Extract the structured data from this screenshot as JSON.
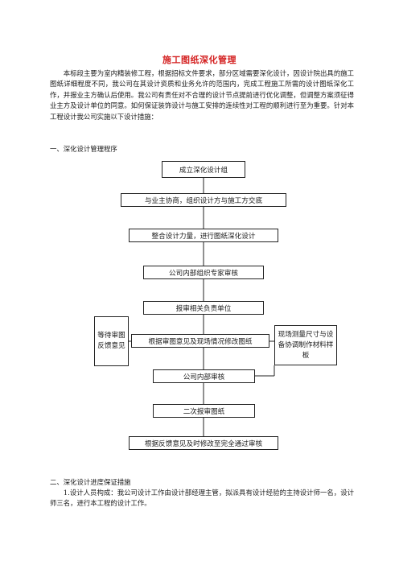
{
  "doc": {
    "title": "施工图纸深化管理",
    "intro": "本标段主要为室内精装修工程，根据招标文件要求，部分区域需要深化设计，因设计院出具的施工图纸详细程度不同，我公司在其设计资质和业务允许的范围内，完成工程施工所需的设计图纸深化工作，并报业主方确认后使用。我公司有责任对不合理的设计节点提前进行优化调整，但调整方案须征得业主方及设计单位的同意。如何保证装饰设计与施工安排的连续性对工程的顺利进行至为重要。针对本工程设计我公司实施以下设计措施：",
    "section1_heading": "一、深化设计管理程序",
    "section2_heading": "二、深化设计进度保证措施",
    "section2_para1": "1.设计人员构成：我公司设计工作由设计部经理主管，拟派具有设计经验的主持设计师一名，设计师三名，进行本工程的设计工作。"
  },
  "flowchart": {
    "steps": [
      "成立深化设计组",
      "与业主协商，组织设计方与施工方交底",
      "整合设计力量，进行图纸深化设计",
      "公司内部组织专家审核",
      "报审相关负责单位",
      "根据审图意见及现场情况修改图纸",
      "公司内部审核",
      "二次报审图纸",
      "根据反馈意见及时修改至完全通过审核"
    ],
    "left_side": "等待审图反馈意见",
    "right_side": "现场测量尺寸与设备协调制作材料样板"
  }
}
